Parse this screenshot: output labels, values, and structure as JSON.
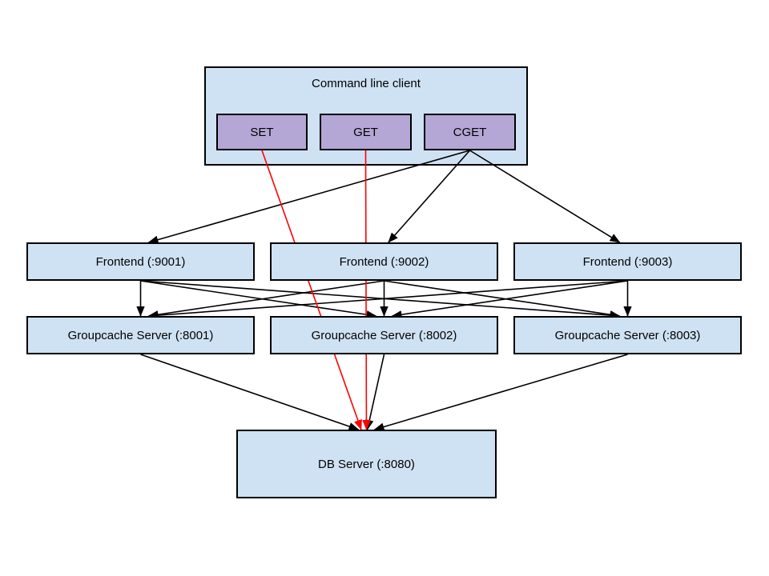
{
  "diagram": {
    "client": {
      "title": "Command line client",
      "buttons": [
        {
          "id": "set",
          "label": "SET"
        },
        {
          "id": "get",
          "label": "GET"
        },
        {
          "id": "cget",
          "label": "CGET"
        }
      ]
    },
    "frontends": [
      {
        "id": "f1",
        "label": "Frontend (:9001)"
      },
      {
        "id": "f2",
        "label": "Frontend (:9002)"
      },
      {
        "id": "f3",
        "label": "Frontend (:9003)"
      }
    ],
    "caches": [
      {
        "id": "g1",
        "label": "Groupcache Server (:8001)"
      },
      {
        "id": "g2",
        "label": "Groupcache Server (:8002)"
      },
      {
        "id": "g3",
        "label": "Groupcache Server (:8003)"
      }
    ],
    "db": {
      "id": "db",
      "label": "DB Server (:8080)"
    },
    "colors": {
      "node_fill": "#cfe2f3",
      "button_fill": "#b4a7d6",
      "border": "#000000",
      "edge_black": "#000000",
      "edge_red": "#ff0000"
    },
    "edges": [
      {
        "from": "cget",
        "to": "f1",
        "color": "black"
      },
      {
        "from": "cget",
        "to": "f2",
        "color": "black"
      },
      {
        "from": "cget",
        "to": "f3",
        "color": "black"
      },
      {
        "from": "f1",
        "to": "g1",
        "color": "black"
      },
      {
        "from": "f1",
        "to": "g2",
        "color": "black"
      },
      {
        "from": "f1",
        "to": "g3",
        "color": "black"
      },
      {
        "from": "f2",
        "to": "g1",
        "color": "black"
      },
      {
        "from": "f2",
        "to": "g2",
        "color": "black"
      },
      {
        "from": "f2",
        "to": "g3",
        "color": "black"
      },
      {
        "from": "f3",
        "to": "g1",
        "color": "black"
      },
      {
        "from": "f3",
        "to": "g2",
        "color": "black"
      },
      {
        "from": "f3",
        "to": "g3",
        "color": "black"
      },
      {
        "from": "g1",
        "to": "db",
        "color": "black"
      },
      {
        "from": "g2",
        "to": "db",
        "color": "black"
      },
      {
        "from": "g3",
        "to": "db",
        "color": "black"
      },
      {
        "from": "set",
        "to": "db",
        "color": "red"
      },
      {
        "from": "get",
        "to": "db",
        "color": "red"
      }
    ]
  }
}
